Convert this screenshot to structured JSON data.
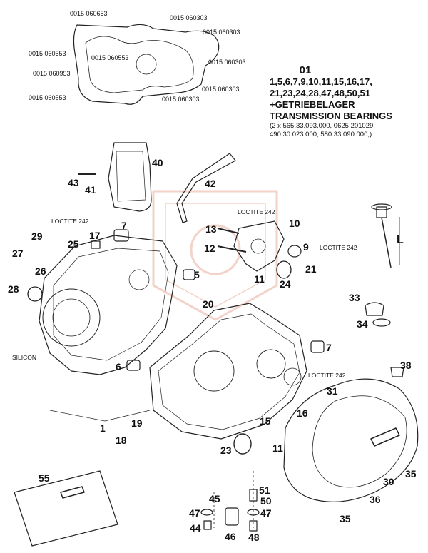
{
  "gasket_part_numbers": {
    "p1": "0015 060653",
    "p2": "0015 060303",
    "p3": "0015 060303",
    "p4": "0015 060553",
    "p5": "0015 060553",
    "p6": "0015 060303",
    "p7": "0015 060953",
    "p8": "0015 060303",
    "p9": "0015 060553",
    "p10": "0015 060303"
  },
  "legend": {
    "ref": "01",
    "line1": "1,5,6,7,9,10,11,15,16,17,",
    "line2": "21,23,24,28,47,48,50,51",
    "line3": "+GETRIEBELAGER",
    "line4": "TRANSMISSION BEARINGS",
    "line5": "(2 x 565.33.093.000, 0625 201029,",
    "line6": "490.30.023.000, 580.33.090.000;)"
  },
  "notes": {
    "loctite_a": "LOCTITE 242",
    "loctite_b": "LOCTITE 242",
    "loctite_c": "LOCTITE 242",
    "loctite_d": "LOCTITE 242",
    "silicon": "SILICON",
    "dim_l": "L"
  },
  "callouts": {
    "c1": "1",
    "c5": "5",
    "c6": "6",
    "c7a": "7",
    "c7b": "7",
    "c9": "9",
    "c10": "10",
    "c11a": "11",
    "c11b": "11",
    "c12": "12",
    "c13": "13",
    "c15": "15",
    "c16": "16",
    "c17": "17",
    "c18": "18",
    "c19": "19",
    "c20": "20",
    "c21": "21",
    "c23": "23",
    "c24": "24",
    "c25": "25",
    "c26": "26",
    "c27": "27",
    "c28": "28",
    "c29": "29",
    "c30": "30",
    "c31": "31",
    "c33": "33",
    "c34": "34",
    "c35a": "35",
    "c35b": "35",
    "c36": "36",
    "c38": "38",
    "c40": "40",
    "c41": "41",
    "c42": "42",
    "c43": "43",
    "c44": "44",
    "c45": "45",
    "c46": "46",
    "c47a": "47",
    "c47b": "47",
    "c48": "48",
    "c50": "50",
    "c51": "51",
    "c55": "55"
  },
  "icons": [
    "watermark-emblem",
    "ktm-logo-on-cover",
    "ktm-logo-on-manual"
  ]
}
